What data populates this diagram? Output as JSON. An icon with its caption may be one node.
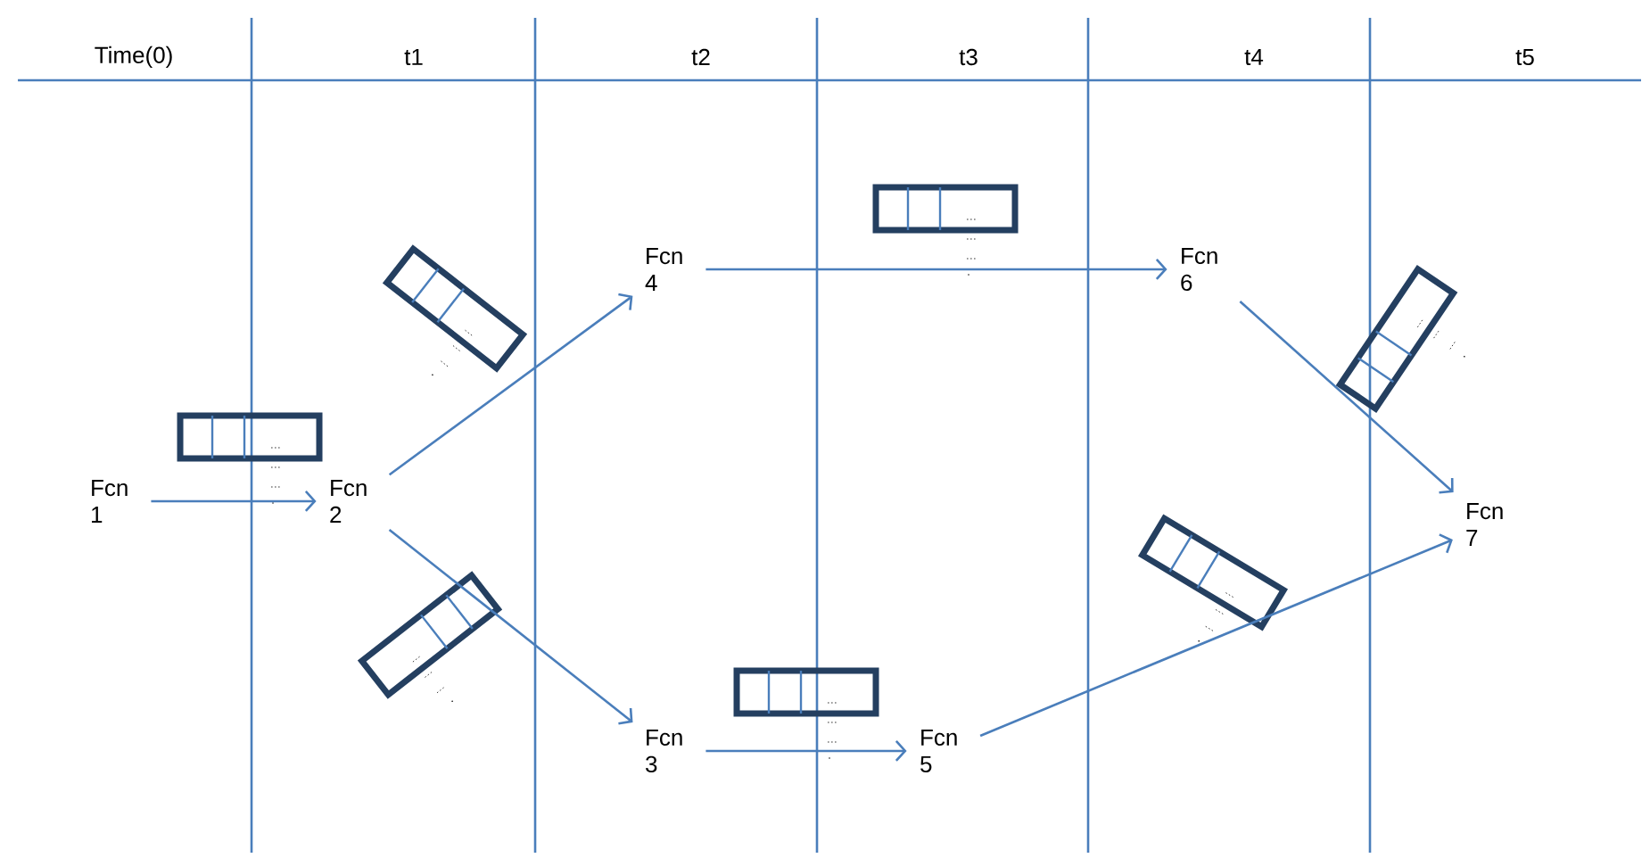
{
  "diagram": {
    "nodes": [
      {
        "text": [
          "Fcn 1"
        ]
      },
      {
        "text": [
          "Fcn 2"
        ]
      },
      {
        "text": [
          "Fcn 4"
        ]
      },
      {
        "text": [
          "Fcn 3"
        ]
      },
      {
        "text": [
          "Fcn 5"
        ]
      },
      {
        "text": [
          "Fcn 6"
        ]
      },
      {
        "text": [
          "Fcn 7"
        ]
      }
    ],
    "edges": [
      {
        "from": 0,
        "to": 1,
        "arrow": "to"
      },
      {
        "from": 1,
        "to": 2,
        "arrow": "to"
      },
      {
        "from": 1,
        "to": 3,
        "arrow": "to"
      },
      {
        "from": 2,
        "to": 5,
        "arrow": "to"
      },
      {
        "from": 3,
        "to": 4,
        "arrow": "to"
      },
      {
        "from": 5,
        "to": 6,
        "arrow": "to"
      },
      {
        "from": 4,
        "to": 6,
        "arrow": "to"
      }
    ],
    "labels": [
      "Time(0)",
      "t1",
      "t2",
      "t3",
      "t4",
      "t5"
    ]
  }
}
